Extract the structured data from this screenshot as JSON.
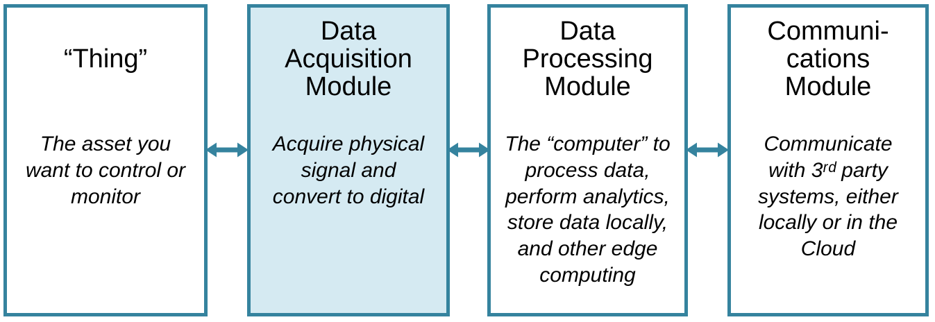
{
  "colors": {
    "border": "#35839E",
    "arrow": "#35839E",
    "highlight_fill": "#D5EAF2",
    "background": "#FFFFFF",
    "text": "#000000"
  },
  "modules": [
    {
      "id": "thing",
      "title": "“Thing”",
      "description": "The asset you\nwant to control or\nmonitor",
      "highlighted": false
    },
    {
      "id": "data-acquisition",
      "title": "Data\nAcquisition\nModule",
      "description": "Acquire physical\nsignal and\nconvert to digital",
      "highlighted": true
    },
    {
      "id": "data-processing",
      "title": "Data\nProcessing\nModule",
      "description": "The “computer” to\nprocess data,\nperform analytics,\nstore data locally,\nand other edge\ncomputing",
      "highlighted": false
    },
    {
      "id": "communications",
      "title": "Communi-\ncations\nModule",
      "description": "Communicate\nwith 3ʳᵈ party\nsystems, either\nlocally or in the\nCloud",
      "highlighted": false
    }
  ],
  "connectors": [
    {
      "type": "bidirectional-arrow"
    },
    {
      "type": "bidirectional-arrow"
    },
    {
      "type": "bidirectional-arrow"
    }
  ]
}
